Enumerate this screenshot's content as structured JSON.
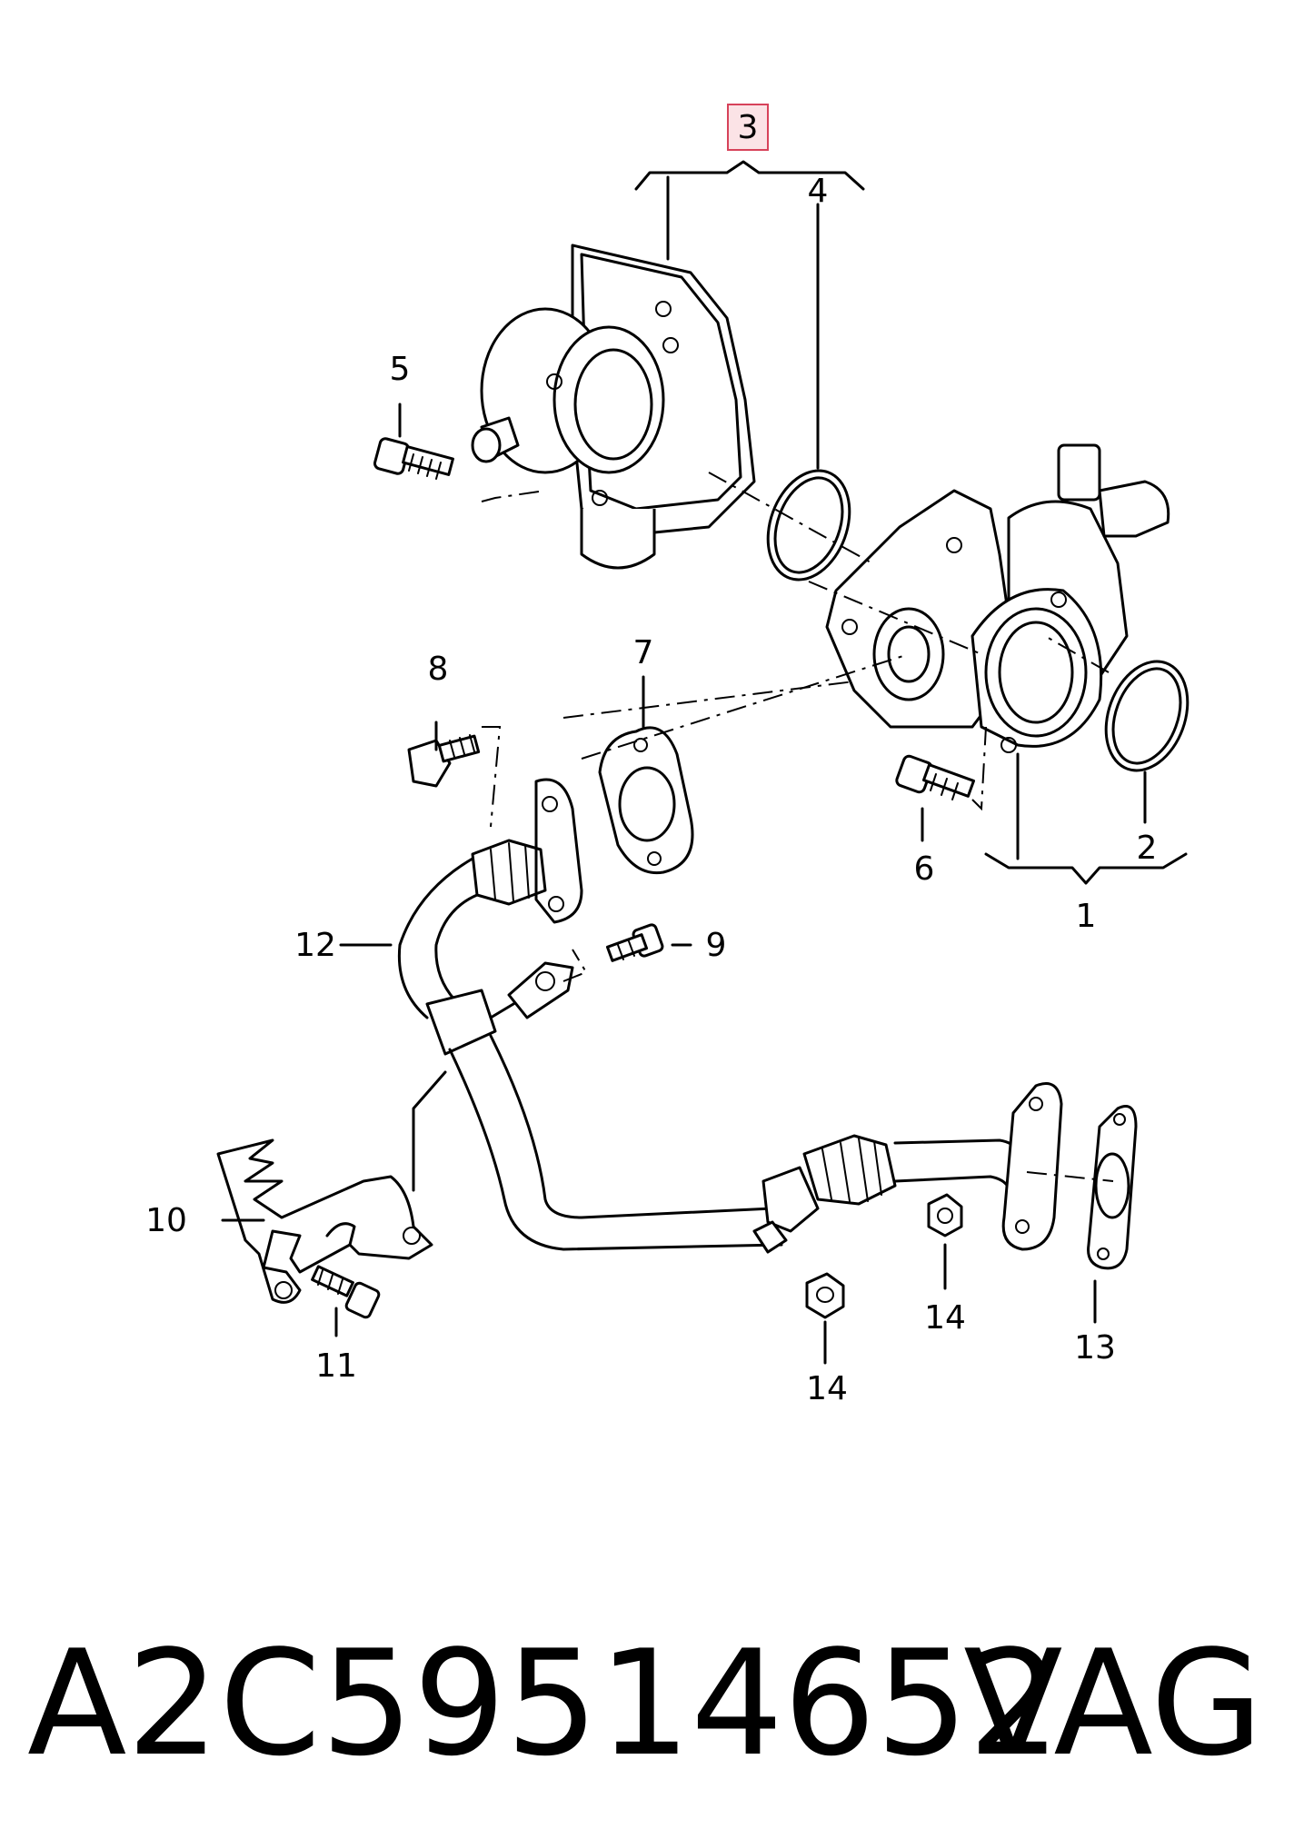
{
  "callouts": {
    "c1": "1",
    "c2": "2",
    "c3": "3",
    "c4": "4",
    "c5": "5",
    "c6": "6",
    "c7": "7",
    "c8": "8",
    "c9": "9",
    "c10": "10",
    "c11": "11",
    "c12": "12",
    "c13": "13",
    "c14a": "14",
    "c14b": "14"
  },
  "highlight_color": "#d7425a",
  "footer": {
    "part_number": "A2C59514652",
    "brand": "VAG"
  }
}
